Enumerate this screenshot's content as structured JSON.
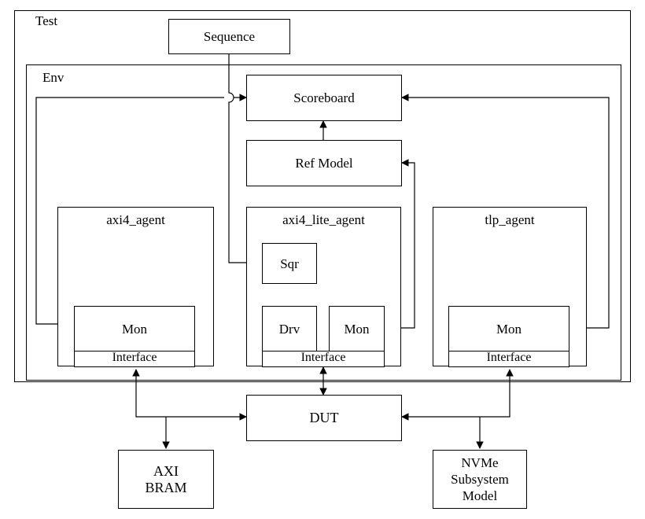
{
  "test": {
    "label": "Test"
  },
  "env": {
    "label": "Env"
  },
  "sequence": {
    "label": "Sequence"
  },
  "scoreboard": {
    "label": "Scoreboard"
  },
  "ref_model": {
    "label": "Ref Model"
  },
  "agents": {
    "axi4": {
      "label": "axi4_agent",
      "mon": "Mon",
      "interface": "Interface"
    },
    "axi4_lite": {
      "label": "axi4_lite_agent",
      "sqr": "Sqr",
      "drv": "Drv",
      "mon": "Mon",
      "interface": "Interface"
    },
    "tlp": {
      "label": "tlp_agent",
      "mon": "Mon",
      "interface": "Interface"
    }
  },
  "dut": {
    "label": "DUT"
  },
  "axi_bram": {
    "line1": "AXI",
    "line2": "BRAM"
  },
  "nvme": {
    "line1": "NVMe",
    "line2": "Subsystem",
    "line3": "Model"
  },
  "colors": {
    "stroke": "#000000",
    "background": "#ffffff"
  }
}
